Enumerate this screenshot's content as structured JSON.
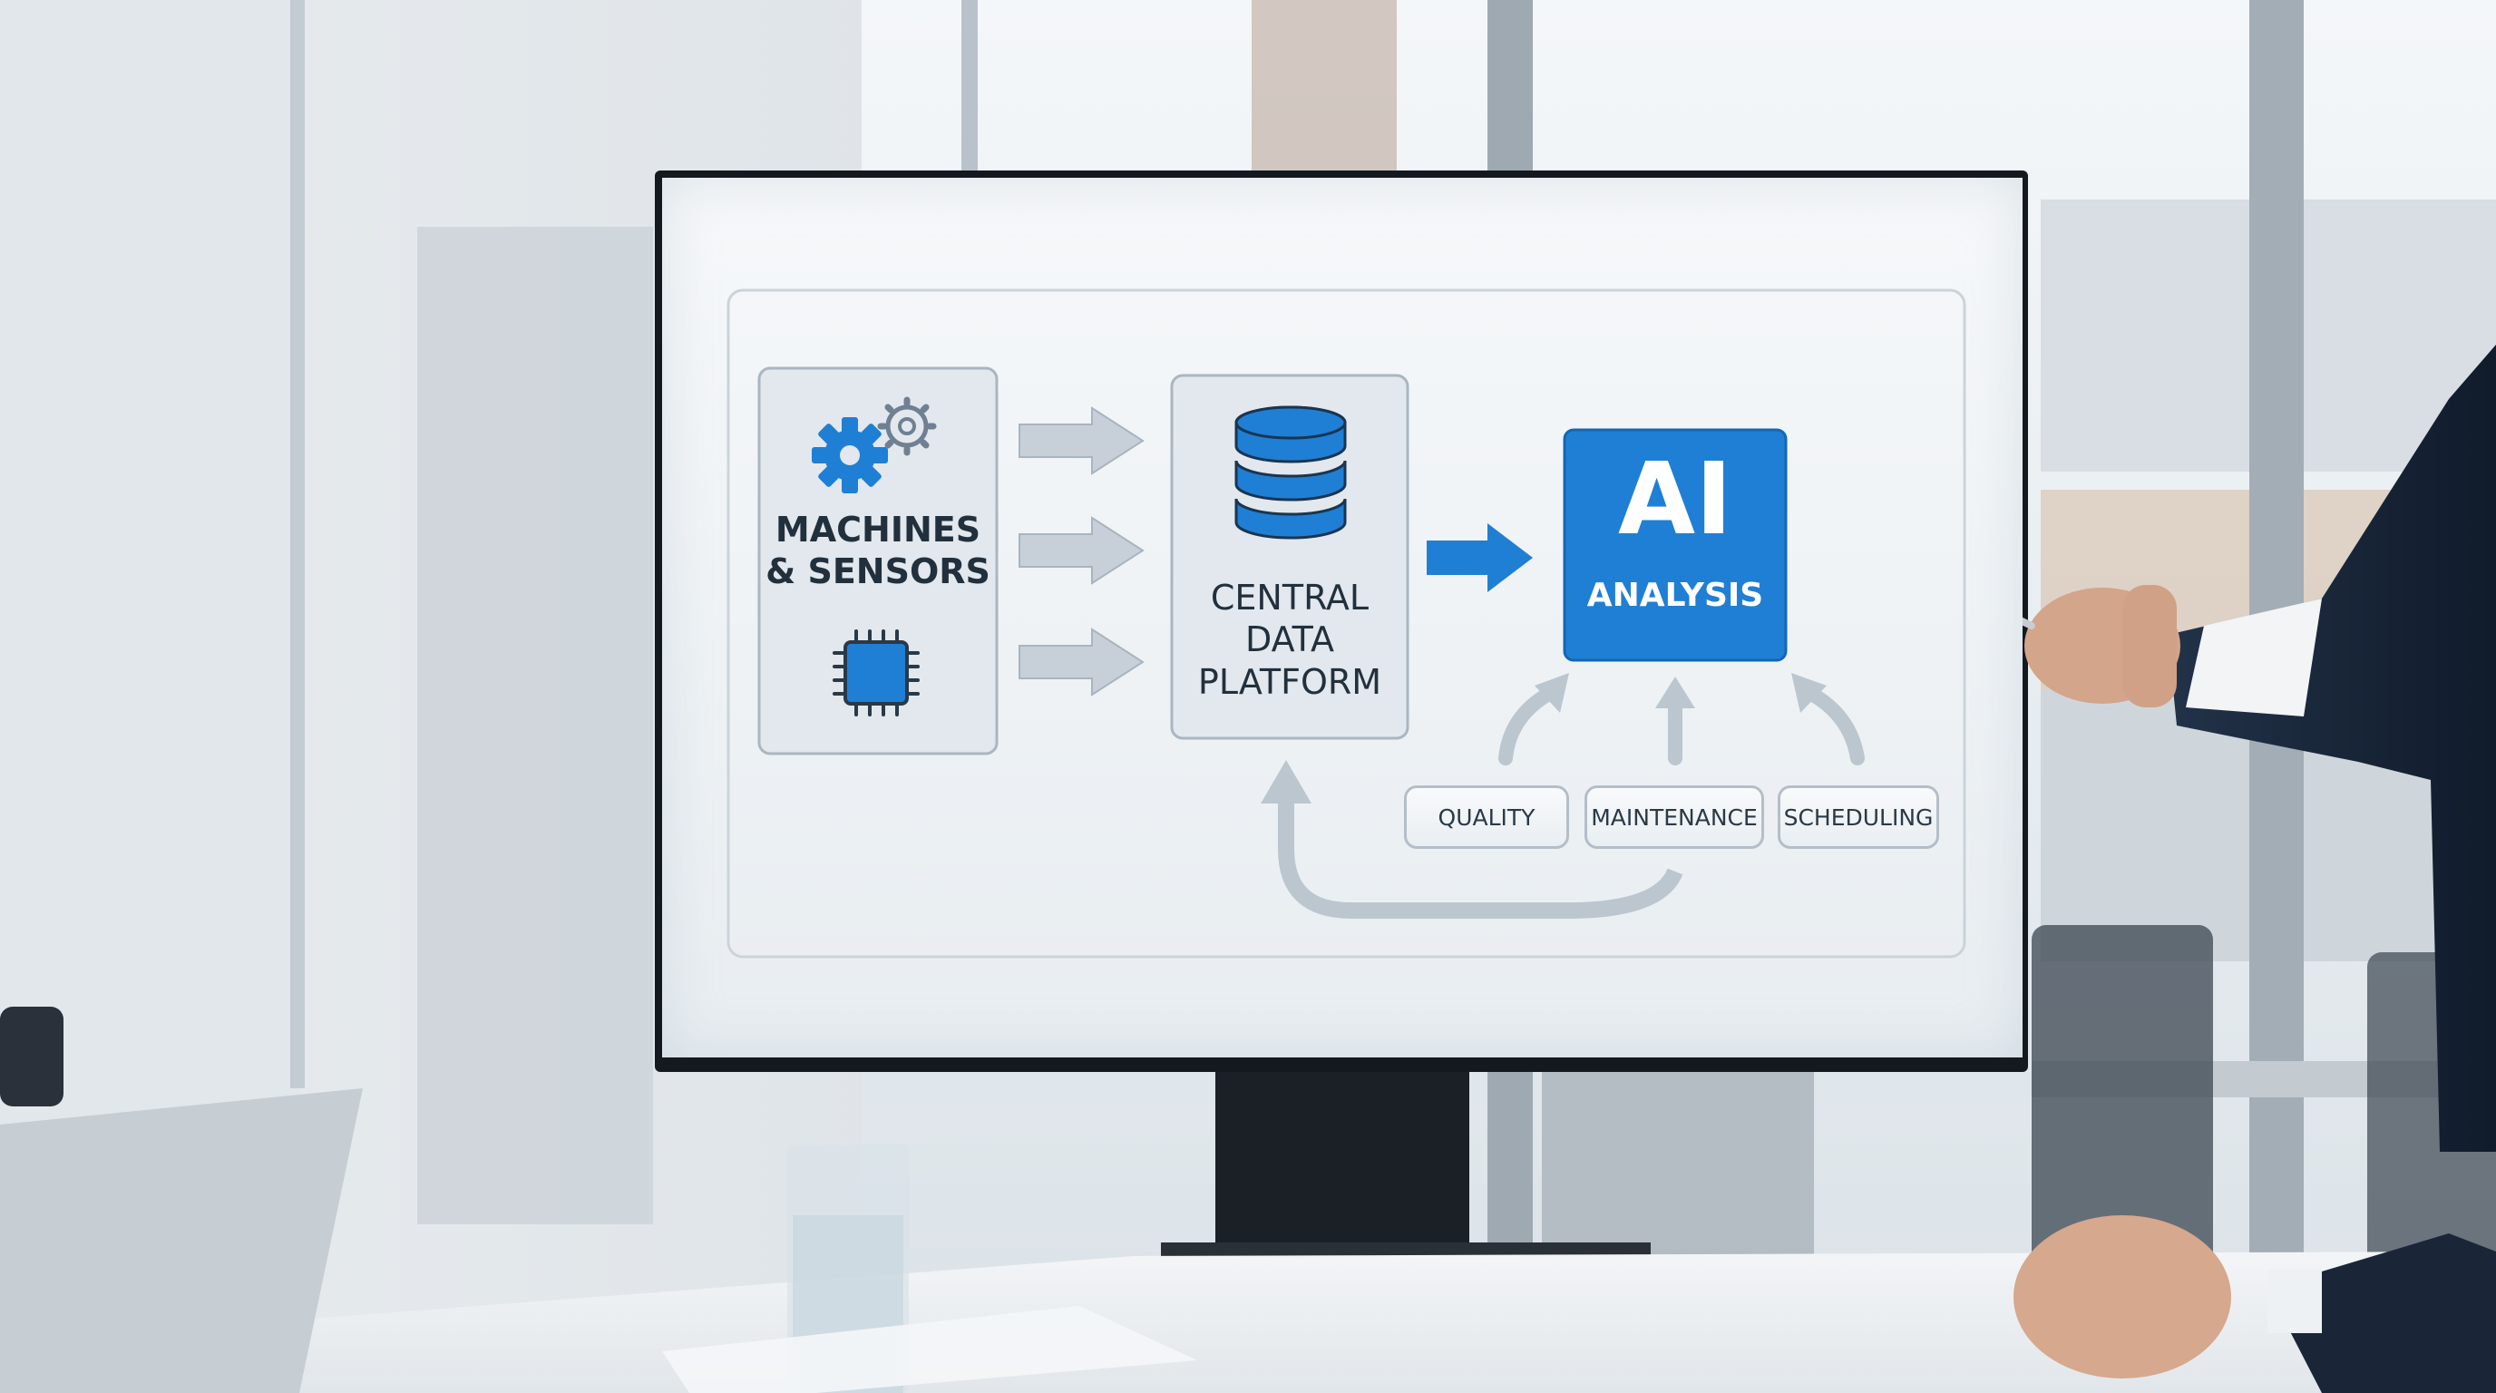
{
  "diagram": {
    "sources": {
      "line1": "MACHINES",
      "line2": "& SENSORS"
    },
    "platform": {
      "line1": "CENTRAL",
      "line2": "DATA",
      "line3": "PLATFORM"
    },
    "ai": {
      "title": "AI",
      "subtitle": "ANALYSIS"
    },
    "outputs": [
      "QUALITY",
      "MAINTENANCE",
      "SCHEDULING"
    ]
  },
  "colors": {
    "accent": "#1f7fd4",
    "accent_dark": "#1466b4",
    "box_fill": "#e3e9ee",
    "box_border": "#aab6c1",
    "arrow_grey": "#c7d0d8"
  },
  "icons": [
    "gears-icon",
    "chip-icon",
    "database-icon",
    "arrow-right-icon",
    "arrow-up-icon",
    "return-arrow-icon"
  ]
}
